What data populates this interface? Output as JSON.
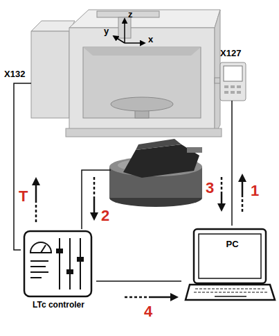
{
  "diagram": {
    "nodes": [
      {
        "text": [
          "y",
          "z",
          "x"
        ]
      },
      {
        "text": [
          "LTc controler"
        ]
      },
      {
        "text": [
          "PC"
        ]
      }
    ],
    "edges": [
      {
        "from": 1,
        "to": 0,
        "arrow": "none",
        "label": "T"
      },
      {
        "from": 2,
        "to": 0,
        "arrow": "none",
        "label": "1"
      },
      {
        "from": 1,
        "to": 2,
        "arrow": "none",
        "label": "4"
      }
    ],
    "labels": [
      "X132",
      "X127",
      "2",
      "3"
    ]
  }
}
